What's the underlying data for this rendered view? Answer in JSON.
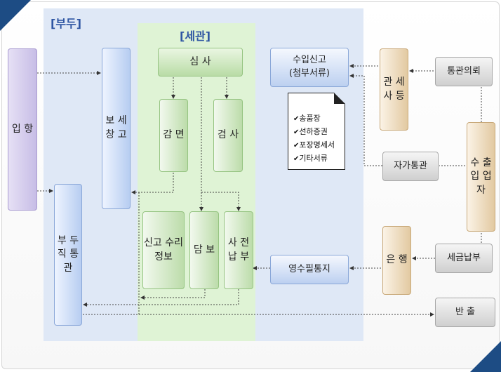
{
  "zones": {
    "bonded_label": "[부두]",
    "customs_label": "[세관]"
  },
  "nodes": {
    "entry": "입\n\n항",
    "bonded_warehouse": "보\n세\n창\n고",
    "direct_clearance": "부\n두\n직\n통\n관",
    "review": "심 사",
    "reduction": "감\n면",
    "inspection": "검\n사",
    "declaration_info": "신고\n수리\n정보",
    "security": "담\n보",
    "prepayment": "사\n전\n납\n부",
    "import_declaration": "수입신고\n(첨부서류)",
    "customs_broker": "관\n세\n사\n등",
    "clearance_request": "통관의뢰",
    "self_clearance": "자가통관",
    "importer": "수\n출\n입\n업\n자",
    "bank": "은\n행",
    "tax_payment": "세금납부",
    "receipt_notice": "영수필통지",
    "release": "반 출"
  },
  "documents": [
    "송품장",
    "선하증권",
    "포장명세서",
    "기타서류"
  ],
  "colors": {
    "corner": "#1d4c84",
    "zone_label": "#2f56a3",
    "bonded_zone": "#dfe8f6",
    "customs_zone": "#dff3d5"
  }
}
